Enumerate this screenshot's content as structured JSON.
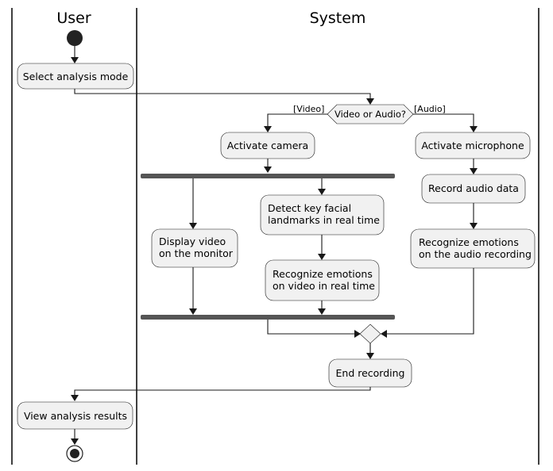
{
  "lanes": {
    "user": "User",
    "system": "System"
  },
  "nodes": {
    "select_mode": "Select analysis mode",
    "decision": "Video or Audio?",
    "guard_video": "[Video]",
    "guard_audio": "[Audio]",
    "activate_camera": "Activate camera",
    "activate_microphone": "Activate microphone",
    "record_audio": "Record audio data",
    "display_video": [
      "Display video",
      "on the monitor"
    ],
    "detect_landmarks": [
      "Detect key facial",
      "landmarks in real time"
    ],
    "recognize_video": [
      "Recognize emotions",
      "on video in real time"
    ],
    "recognize_audio": [
      "Recognize emotions",
      "on the audio recording"
    ],
    "end_recording": "End recording",
    "view_results": "View analysis results"
  },
  "colors": {
    "node_fill": "#f1f1f1",
    "stroke": "#181818",
    "fork_bar": "#555555",
    "start_end": "#222222"
  }
}
